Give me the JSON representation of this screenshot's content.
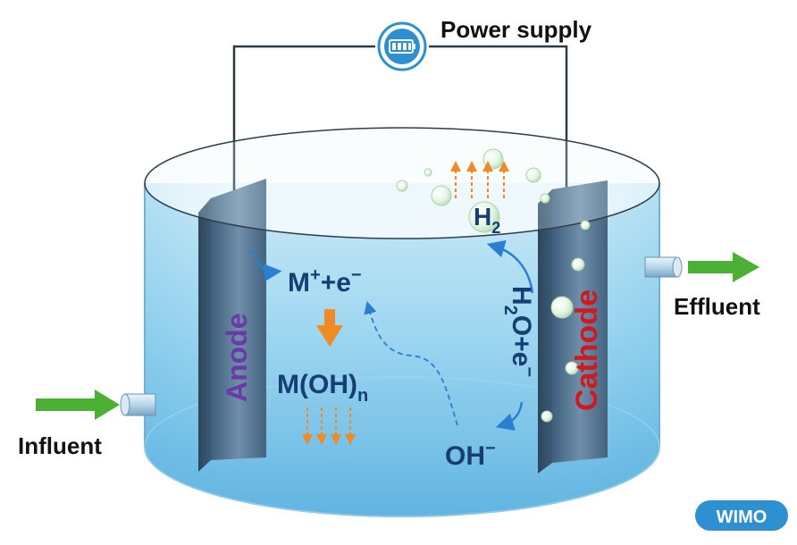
{
  "power_supply": {
    "label": "Power supply",
    "icon": "battery-icon"
  },
  "anode": {
    "label": "Anode",
    "color": "#6a3aa8"
  },
  "cathode": {
    "label": "Cathode",
    "color": "#d2181f"
  },
  "flows": {
    "influent": "Influent",
    "effluent": "Effluent",
    "arrow_color": "#4cb034"
  },
  "reactions": {
    "anode_m": "M",
    "anode_sup": "+",
    "anode_rest": "+e",
    "anode_e_sup": "−",
    "hydroxide_base": "M(OH)",
    "hydroxide_sub": "n",
    "h2_base": "H",
    "h2_sub": "2",
    "water_h": "H",
    "water_sub": "2",
    "water_rest": "O+e",
    "water_e_sup": "−",
    "oh_base": "OH",
    "oh_sup": "−"
  },
  "colors": {
    "water": "#5fb6e3",
    "electrode": "#4f6e8a",
    "orange_arrow": "#f08a24",
    "reaction_text": "#153e72"
  },
  "watermark": "WIMO"
}
